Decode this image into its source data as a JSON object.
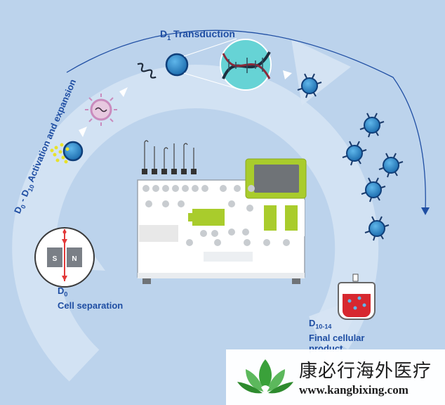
{
  "steps": {
    "d1": {
      "main": "D",
      "sub": "1",
      "text": " Transduction"
    },
    "activation": {
      "d": "D",
      "sub0": "0",
      "sep": " - D",
      "sub10": "10",
      "text": " Activation and expansion"
    },
    "d0": {
      "main": "D",
      "sub": "0",
      "text": "Cell separation"
    },
    "final": {
      "main": "D",
      "sub": "10-14",
      "line1": "Final cellular",
      "line2": "product"
    }
  },
  "magnet": {
    "south": "S",
    "north": "N"
  },
  "watermark": {
    "chinese": "康必行海外医疗",
    "url": "www.kangbixing.com"
  },
  "colors": {
    "background": "#bcd3ec",
    "arrow": "#d6e4f4",
    "label": "#1f4ea3",
    "cell": "#2f8fd0",
    "device_accent": "#a9cc2c",
    "virus": "#c98bbd"
  },
  "icons": [
    "cell-icon",
    "virus-icon",
    "dna-icon",
    "magnet-icon",
    "iv-bag-icon",
    "machine-icon"
  ]
}
